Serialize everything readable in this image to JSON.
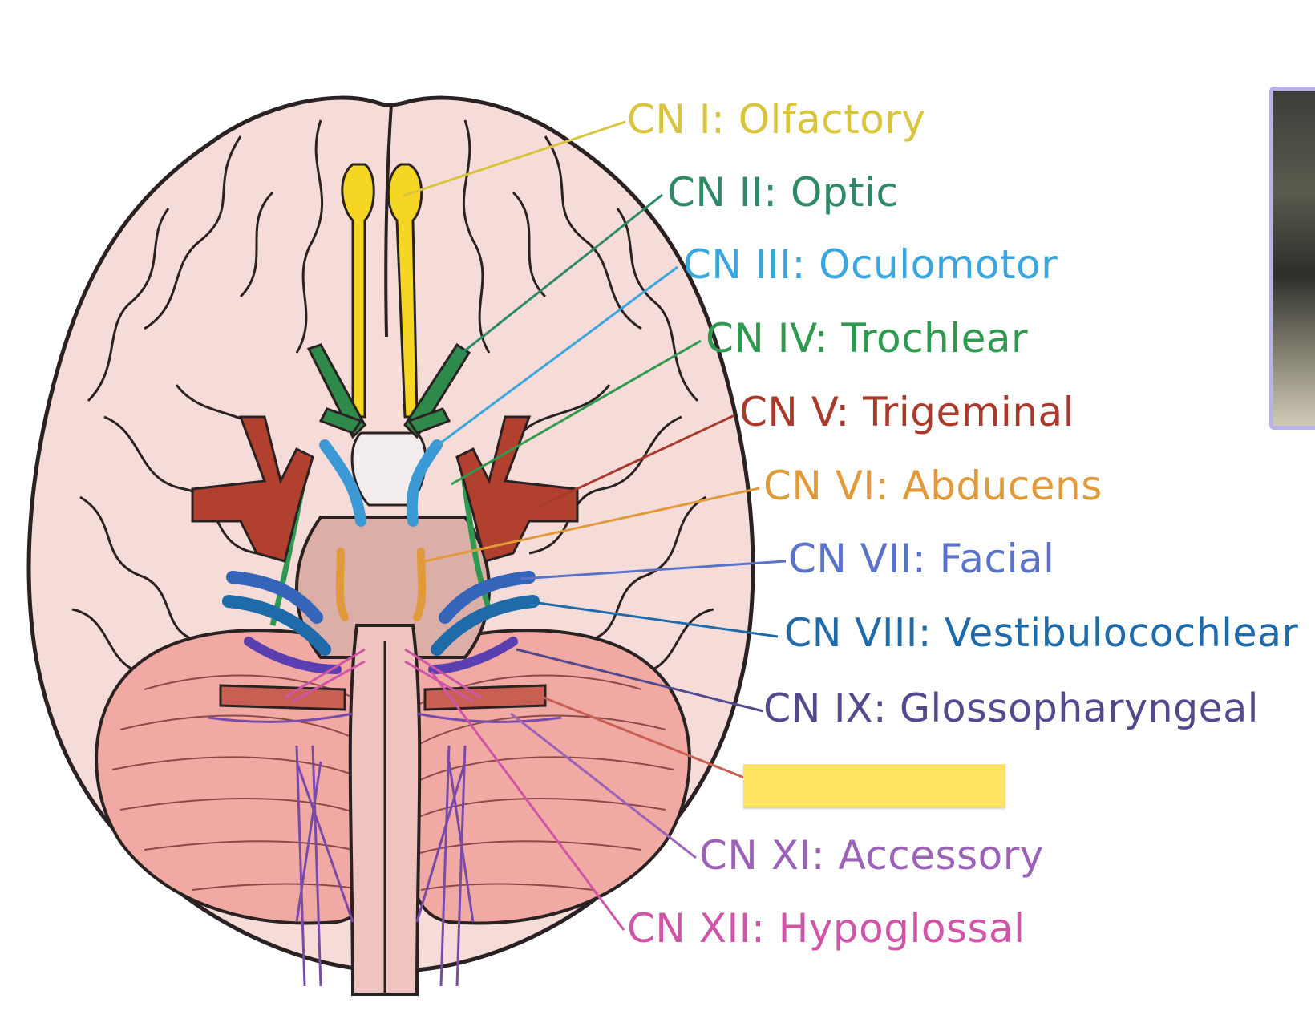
{
  "diagram": {
    "labels": [
      {
        "id": "cn1",
        "text": "CN I: Olfactory",
        "color": "#d9c43c"
      },
      {
        "id": "cn2",
        "text": "CN II: Optic",
        "color": "#2e8a64"
      },
      {
        "id": "cn3",
        "text": "CN III: Oculomotor",
        "color": "#3aa6dd"
      },
      {
        "id": "cn4",
        "text": "CN IV: Trochlear",
        "color": "#2f9a4f"
      },
      {
        "id": "cn5",
        "text": "CN V: Trigeminal",
        "color": "#a83a2c"
      },
      {
        "id": "cn6",
        "text": "CN VI: Abducens",
        "color": "#e09a3a"
      },
      {
        "id": "cn7",
        "text": "CN VII: Facial",
        "color": "#5a72c8"
      },
      {
        "id": "cn8",
        "text": "CN VIII: Vestibulocochlear",
        "color": "#1f6aa8"
      },
      {
        "id": "cn9",
        "text": "CN IX: Glossopharyngeal",
        "color": "#55498e"
      },
      {
        "id": "cn11",
        "text": "CN XI: Accessory",
        "color": "#9b62b8"
      },
      {
        "id": "cn12",
        "text": "CN XII: Hypoglossal",
        "color": "#d055a8"
      }
    ],
    "hidden_label_color": "#ffe363",
    "colors": {
      "brain_fill": "#f6dcd8",
      "brain_outline": "#2a2222",
      "cerebellum": "#f0a9a3",
      "brainstem": "#f0c4be",
      "olfactory": "#f4d623",
      "optic": "#2d8a4a",
      "oculomotor": "#3b9ad6",
      "trigeminal": "#b2402e",
      "vagus": "#c95e52"
    }
  }
}
